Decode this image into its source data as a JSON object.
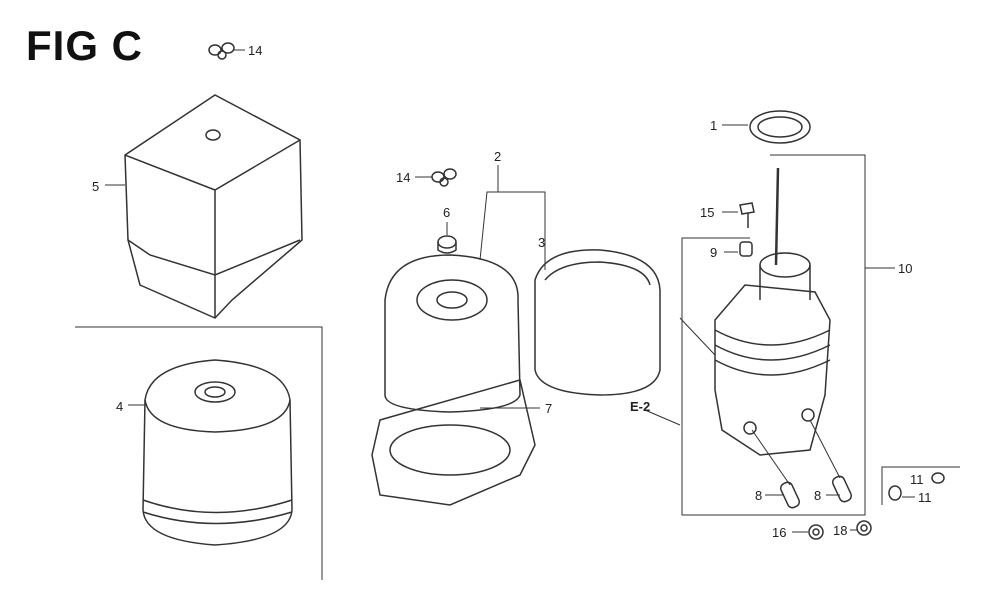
{
  "figure": {
    "title": "FIG C"
  },
  "labels": {
    "l14a": "14",
    "l5": "5",
    "l2": "2",
    "l14b": "14",
    "l6": "6",
    "l3": "3",
    "l1": "1",
    "l15": "15",
    "l9": "9",
    "l10": "10",
    "l4": "4",
    "l7": "7",
    "e2": "E-2",
    "l8a": "8",
    "l8b": "8",
    "l16": "16",
    "l18": "18",
    "l11a": "11",
    "l11b": "11"
  }
}
